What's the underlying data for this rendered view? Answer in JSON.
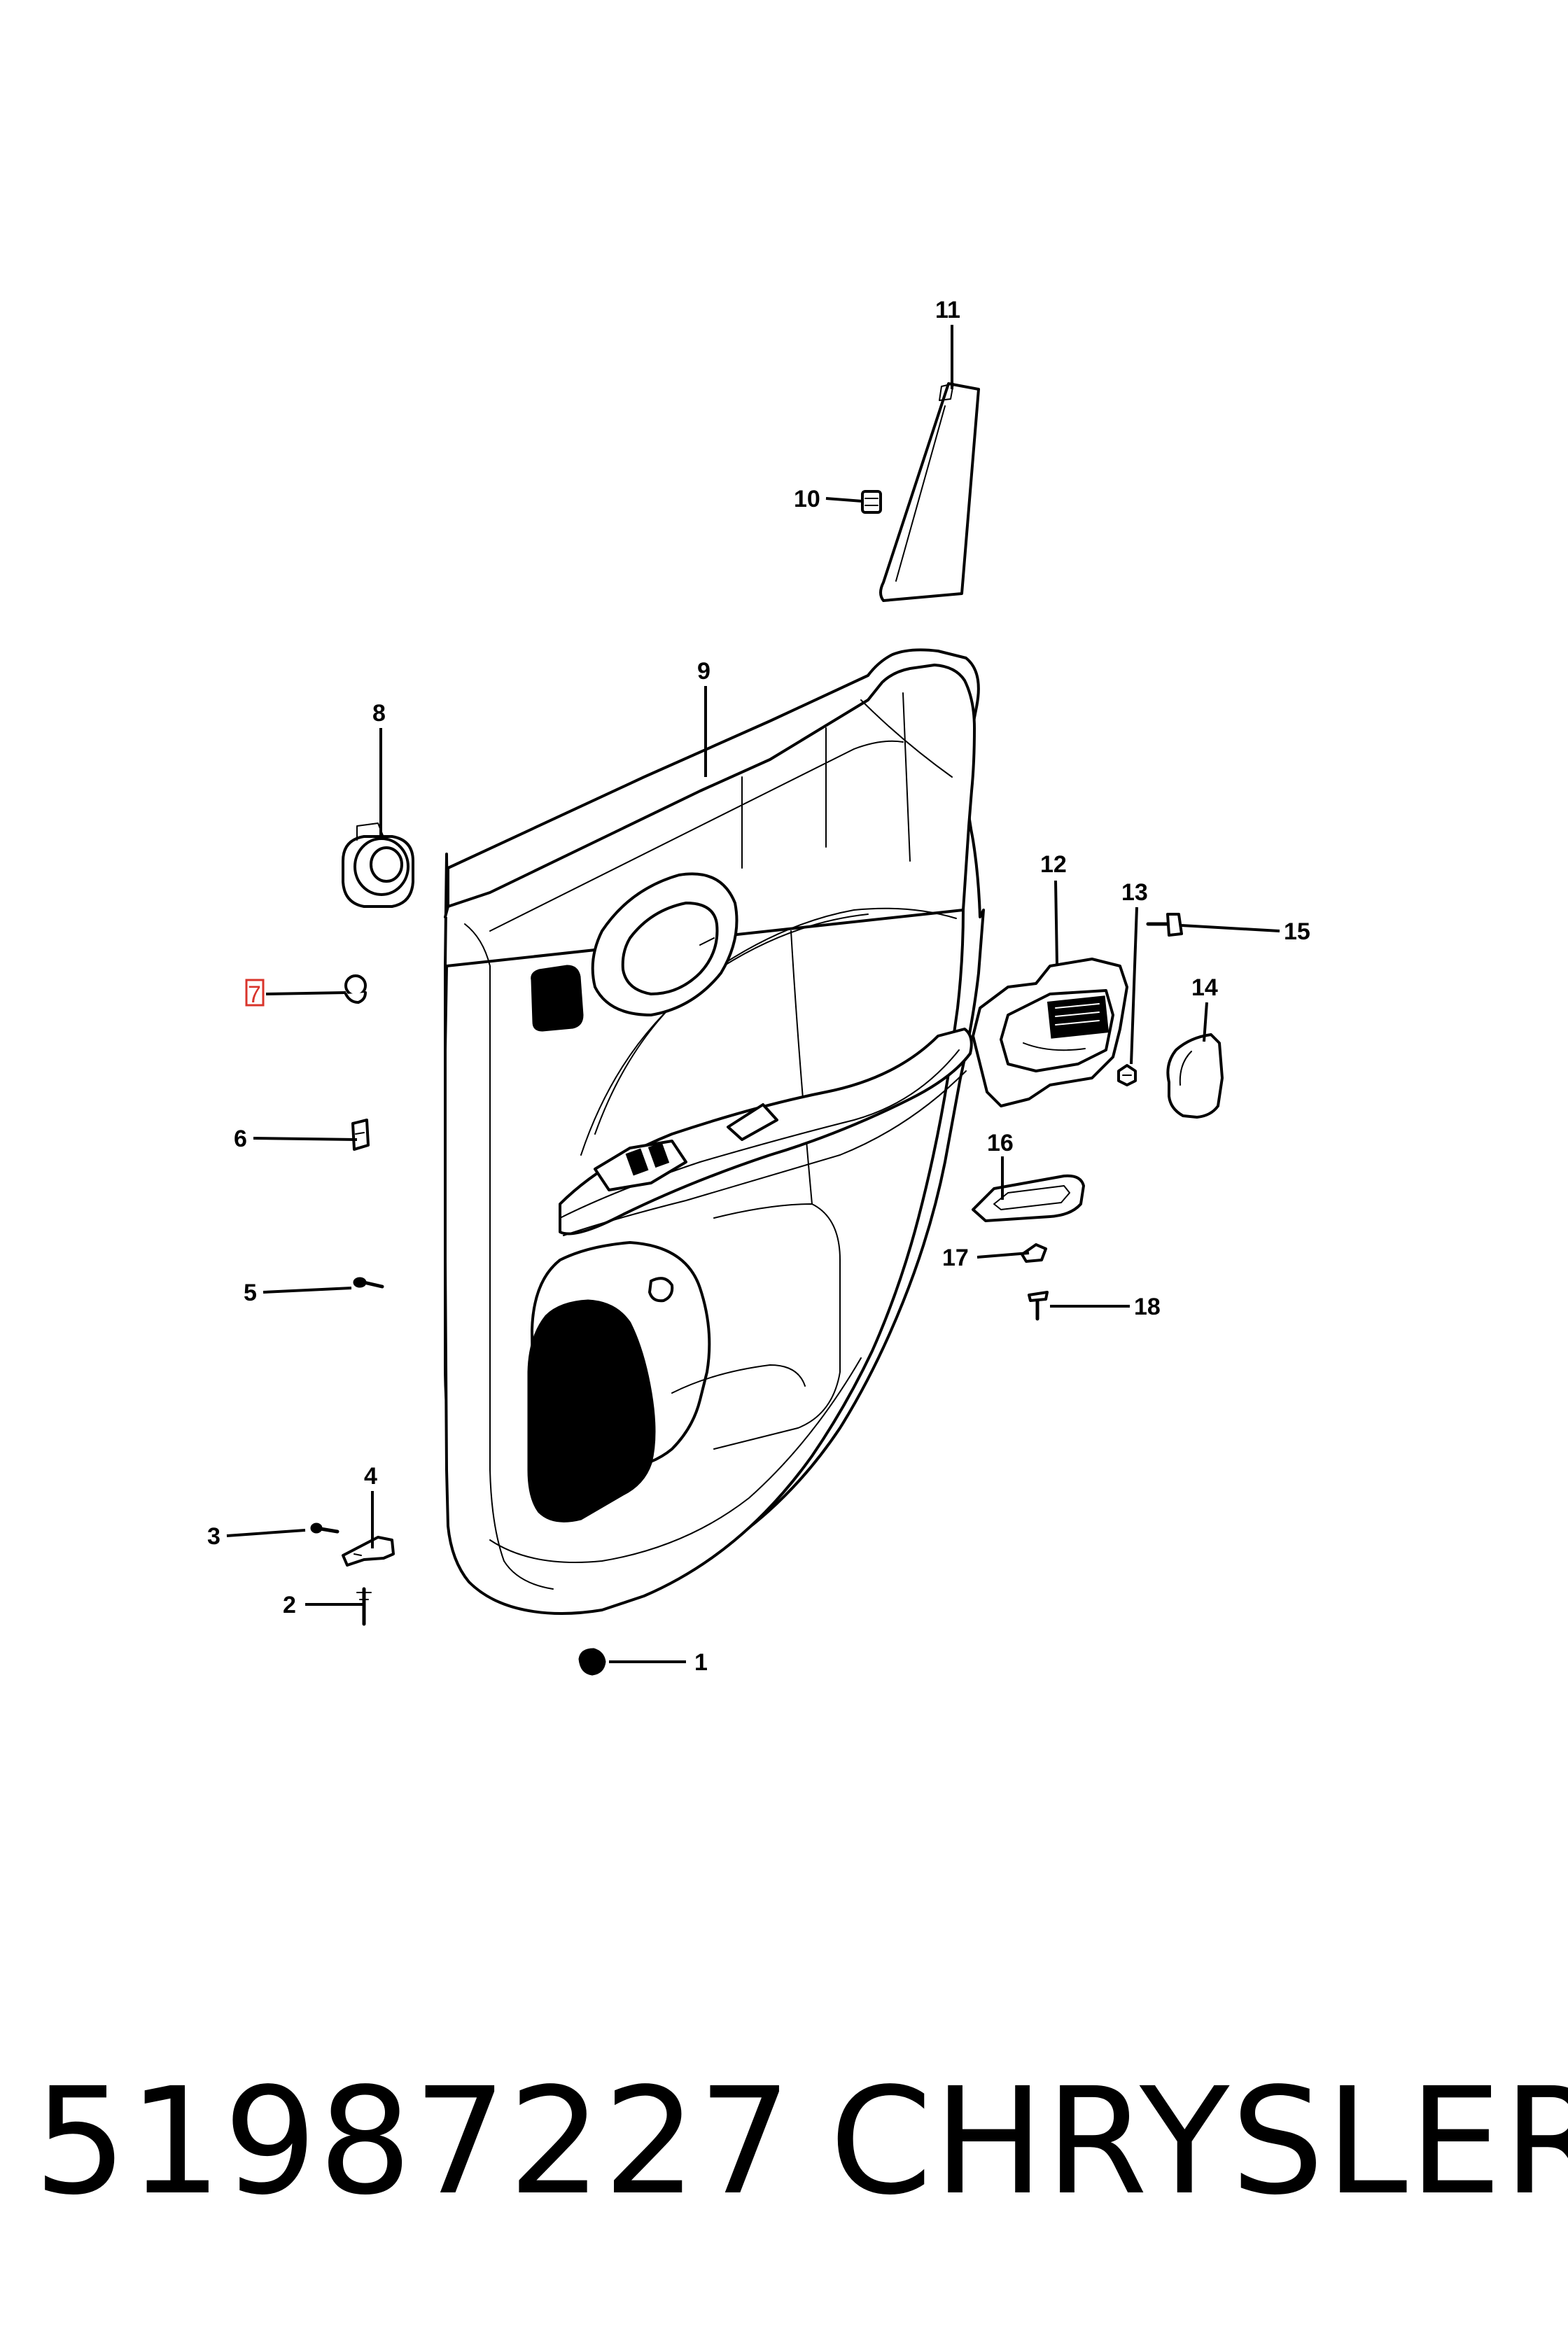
{
  "footer": {
    "part_number": "51987227",
    "brand": "CHRYSLER"
  },
  "callouts": [
    "1",
    "2",
    "3",
    "4",
    "5",
    "6",
    "7",
    "8",
    "9",
    "10",
    "11",
    "12",
    "13",
    "14",
    "15",
    "16",
    "17",
    "18"
  ],
  "highlight": {
    "callout": "7",
    "color": "#d9342b"
  }
}
